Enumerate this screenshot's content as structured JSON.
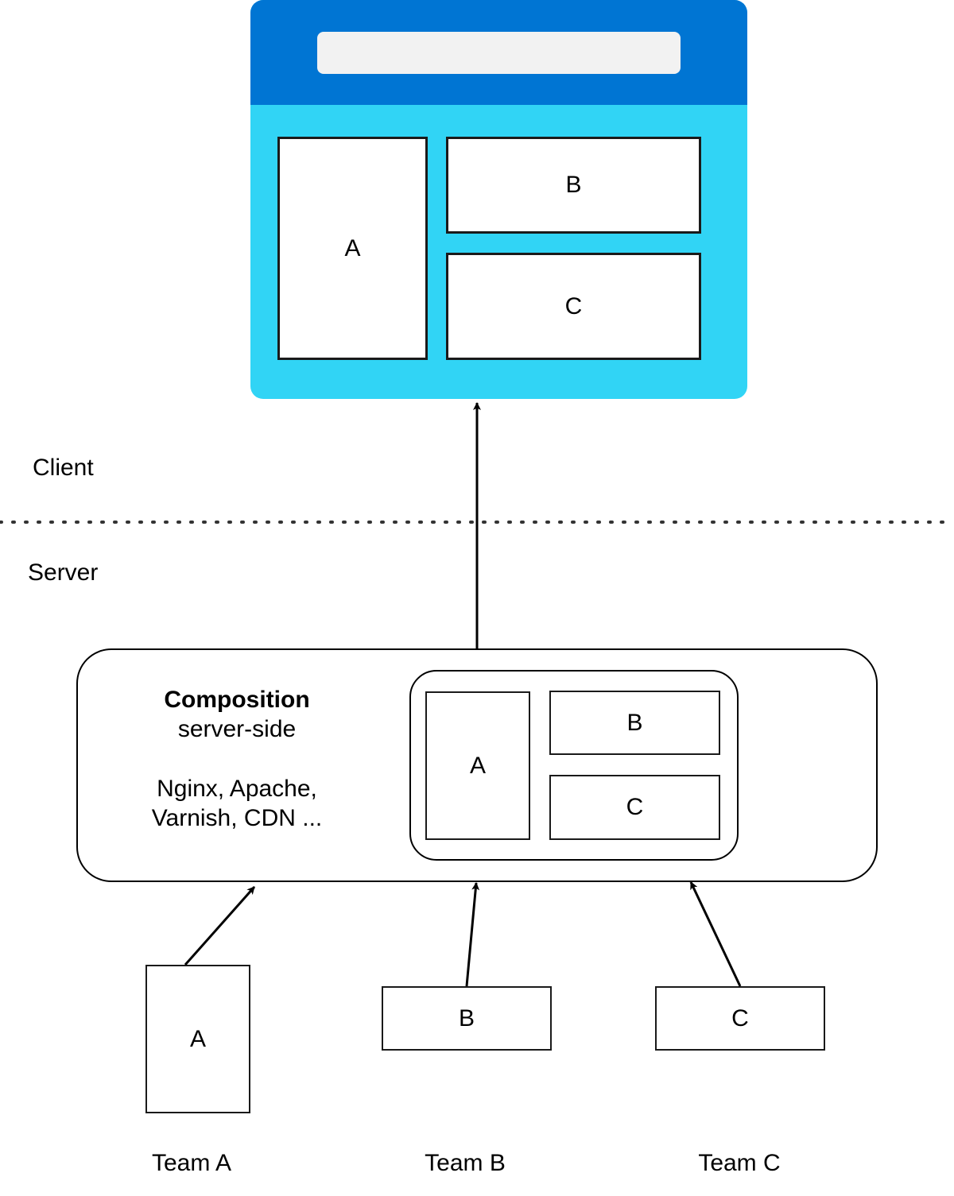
{
  "browser": {
    "colors": {
      "bar": "#0075d3",
      "body": "#31d4f5",
      "address_bar": "#f2f2f2"
    },
    "panels": {
      "a": "A",
      "b": "B",
      "c": "C"
    }
  },
  "zones": {
    "client": "Client",
    "server": "Server"
  },
  "composition": {
    "title": "Composition",
    "subtitle": "server-side",
    "technologies_line1": "Nginx, Apache,",
    "technologies_line2": "Varnish, CDN ...",
    "panels": {
      "a": "A",
      "b": "B",
      "c": "C"
    }
  },
  "teams": [
    {
      "fragment": "A",
      "name": "Team A"
    },
    {
      "fragment": "B",
      "name": "Team B"
    },
    {
      "fragment": "C",
      "name": "Team C"
    }
  ]
}
